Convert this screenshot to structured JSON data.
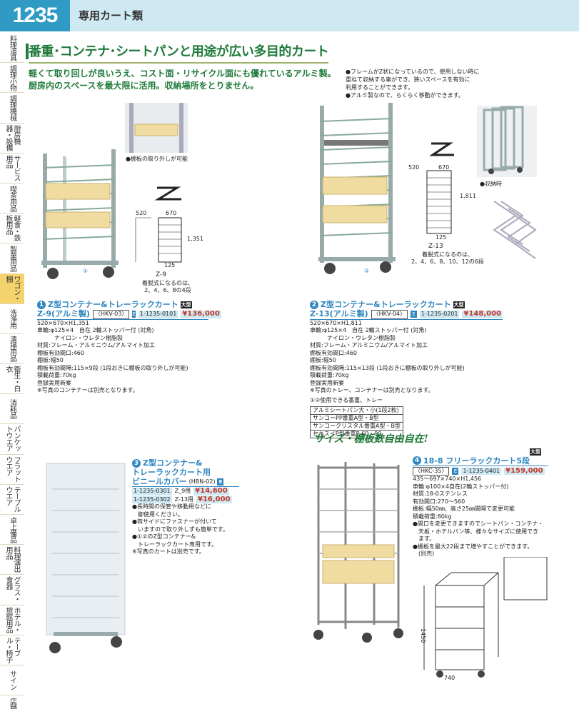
{
  "header": {
    "page_number": "1235",
    "title": "専用カート類"
  },
  "side_tabs": [
    {
      "label": "料理道具",
      "active": false
    },
    {
      "label": "調理小物",
      "active": false
    },
    {
      "label": "調理機械",
      "active": false
    },
    {
      "label": "厨房機器・設備",
      "active": false
    },
    {
      "label": "サービス用品",
      "active": false
    },
    {
      "label": "喫茶用品",
      "active": false
    },
    {
      "label": "軽食・鉄板用品",
      "active": false
    },
    {
      "label": "製菓用品",
      "active": false
    },
    {
      "label": "ワゴン・棚",
      "active": true
    },
    {
      "label": "洗浄用",
      "active": false
    },
    {
      "label": "清掃用品",
      "active": false
    },
    {
      "label": "衛生・白衣",
      "active": false
    },
    {
      "label": "消耗品",
      "active": false
    },
    {
      "label": "バンケットウエア",
      "active": false
    },
    {
      "label": "フラットウエア",
      "active": false
    },
    {
      "label": "テーブルウエア",
      "active": false
    },
    {
      "label": "卓上備品",
      "active": false
    },
    {
      "label": "料理演出用品",
      "active": false
    },
    {
      "label": "グラス・食器",
      "active": false
    },
    {
      "label": "ホテル・旅館用品",
      "active": false
    },
    {
      "label": "テーブル・椅子",
      "active": false
    },
    {
      "label": "サイン",
      "active": false
    },
    {
      "label": "店舗備品",
      "active": false
    }
  ],
  "headline": "番重･コンテナ･シートパンと用途が広い多目的カート",
  "sub_lead": "軽くて取り回しが良いうえ、コスト面・リサイクル面にも優れているアルミ製。厨房内のスペースを最大限に活用。収納場所をとりません。",
  "notes_right": "●フレームがZ状になっているので、使用しない時に\n  重ねて収納する事ができ、狭いスペースを有効に\n  利用することができます。\n●アルミ製なので、らくらく移動ができます。",
  "captions": {
    "shelf_removal": "●棚板の取り外しが可能",
    "dim_520": "520",
    "dim_670": "670",
    "dim_h1351": "1,351",
    "dim_125_a": "125",
    "z9_label": "Z-9",
    "z9_note": "着脱式になるのは、\n2、4、6、8の4段",
    "photo1_num": "①",
    "photo2_num": "②",
    "dim_520b": "520",
    "dim_670b": "670",
    "dim_h1811": "1,811",
    "dim_125_b": "125",
    "z13_label": "Z-13",
    "z13_note": "着脱式になるのは、\n2、4、6、8、10、12の6段",
    "storage": "●収納時",
    "dim_1450": "1450",
    "dim_740": "740"
  },
  "products": {
    "p1": {
      "num": "1",
      "title": "Z型コンテナー&トレーラックカート",
      "badge": "大型",
      "model": "Z-9(アルミ製)",
      "code": "〈HKV-03〉",
      "e": "E",
      "order": "1-1235-0101",
      "price": "¥136,000",
      "specs": [
        "520×670×H1,351",
        "車輪:φ125×4　自在 2輪ストッパー付 (対角)",
        "　　　ナイロン・ウレタン樹脂製",
        "材質:フレーム・アルミニウム/アルマイト加工",
        "棚板有効間口:460",
        "棚板:幅50",
        "棚板有効間隔:115×9段 (1段おきに棚板の取り外しが可能)",
        "積載荷重:70kg",
        "登録実用新案",
        "※写真のコンテナーは別売となります。"
      ]
    },
    "p2": {
      "num": "2",
      "title": "Z型コンテナー&トレーラックカート",
      "badge": "大型",
      "model": "Z-13(アルミ製)",
      "code": "〈HKV-04〉",
      "e": "E",
      "order": "1-1235-0201",
      "price": "¥148,000",
      "specs": [
        "520×670×H1,811",
        "車輪:φ125×4　自在 2輪ストッパー付 (対角)",
        "　　　ナイロン・ウレタン樹脂製",
        "材質:フレーム・アルミニウム/アルマイト加工",
        "棚板有効間口:460",
        "棚板:幅50",
        "棚板有効間隔:115×13段 (1段おきに棚板の取り外しが可能)",
        "積載荷重:70kg",
        "登録実用新案",
        "※写真のトレー、コンテナーは別売となります。"
      ],
      "compat_title": "①②使用できる番重、トレー",
      "compat": [
        "アルミシートパン大・小(1段2枚)",
        "サンコーPP番重A型・B型",
        "サンコークリスタル番重A型・B型",
        "セキスイP型番重P-60・90"
      ]
    },
    "p3": {
      "num": "3",
      "title1": "Z型コンテナー&",
      "title2": "トレーラックカート用",
      "title3": "ビニールカバー",
      "code": "(HBN-02)",
      "e": "E",
      "rows": [
        {
          "order": "1-1235-0301",
          "model": "Z_9用",
          "price": "¥14,600"
        },
        {
          "order": "1-1235-0302",
          "model": "Z-13用",
          "price": "¥16,000"
        }
      ],
      "notes": [
        "●長時間の保管や移動用などに",
        "　御使用ください。",
        "●両サイドにファスナーが付いて",
        "　いますので取り外しずも簡単です。",
        "●①②のZ型コンテナー&",
        "　トレーラックカート専用です。",
        "※写真のカートは別売です。"
      ]
    },
    "p4": {
      "num": "4",
      "title": "18-8 フリーラックカート5段",
      "badge": "大型",
      "code": "〈HKC-35〉",
      "e": "E",
      "order": "1-1235-0401",
      "price": "¥159,000",
      "specs": [
        "435～697×740×H1,456",
        "車輪:φ100×4自在(2輪ストッパー付)",
        "材質:18-0ステンレス",
        "有効間口:270～560",
        "棚板:幅50㎜、高さ25㎜間隔で変更可能",
        "積載荷重:80kg",
        "●間口を変更できますのでシートパン・コンテナ・",
        "　天板・ホテルパン等、様々なサイズに使用でき",
        "　ます。",
        "●棚板を最大22段まで増やすことができます。",
        "　(別売)"
      ]
    }
  },
  "section2_title": "サイズ・棚板数自由自在!",
  "colors": {
    "brand_blue": "#2f9bc4",
    "header_bg": "#cfe9f3",
    "green": "#1f7a3a",
    "price_red": "#c0392b",
    "active_tab": "#f5d36c"
  }
}
